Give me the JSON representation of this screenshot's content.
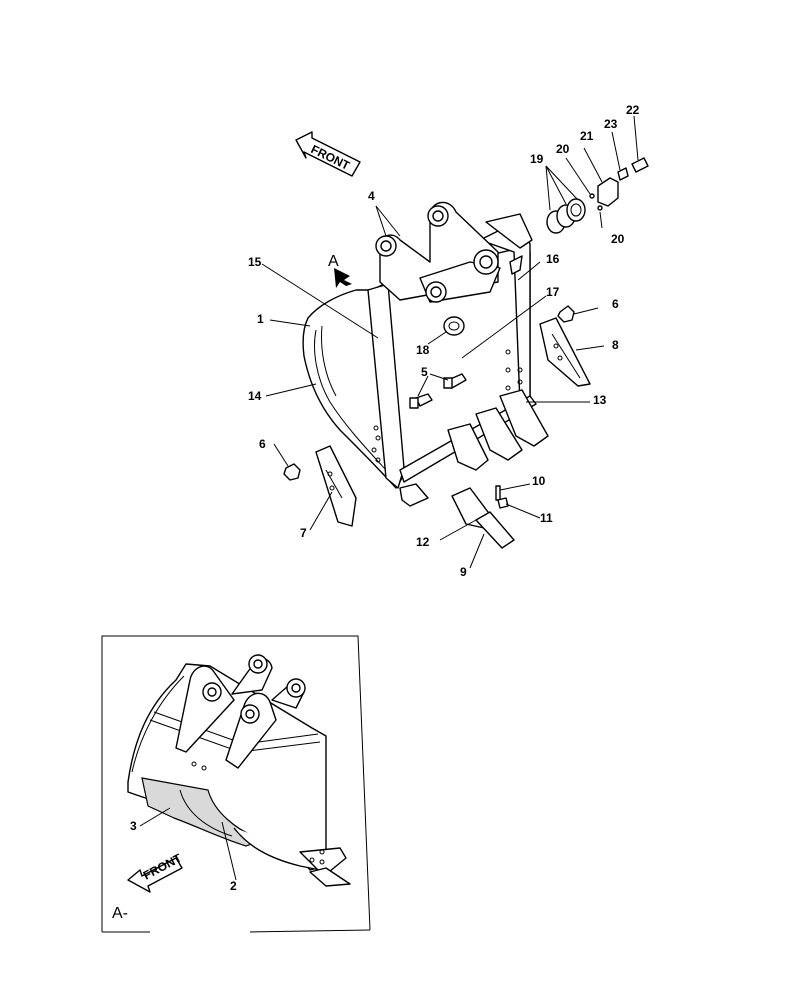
{
  "diagram": {
    "front_arrow_text": "FRONT",
    "view_marker": "A",
    "inset_caption": "A-",
    "callouts": [
      {
        "id": "c1",
        "text": "1"
      },
      {
        "id": "c2",
        "text": "2"
      },
      {
        "id": "c3",
        "text": "3"
      },
      {
        "id": "c4",
        "text": "4"
      },
      {
        "id": "c5",
        "text": "5"
      },
      {
        "id": "c6a",
        "text": "6"
      },
      {
        "id": "c6b",
        "text": "6"
      },
      {
        "id": "c7",
        "text": "7"
      },
      {
        "id": "c8",
        "text": "8"
      },
      {
        "id": "c9",
        "text": "9"
      },
      {
        "id": "c10",
        "text": "10"
      },
      {
        "id": "c11",
        "text": "11"
      },
      {
        "id": "c12",
        "text": "12"
      },
      {
        "id": "c13",
        "text": "13"
      },
      {
        "id": "c14",
        "text": "14"
      },
      {
        "id": "c15",
        "text": "15"
      },
      {
        "id": "c16",
        "text": "16"
      },
      {
        "id": "c17",
        "text": "17"
      },
      {
        "id": "c18",
        "text": "18"
      },
      {
        "id": "c19",
        "text": "19"
      },
      {
        "id": "c20a",
        "text": "20"
      },
      {
        "id": "c20b",
        "text": "20"
      },
      {
        "id": "c21",
        "text": "21"
      },
      {
        "id": "c22",
        "text": "22"
      },
      {
        "id": "c23",
        "text": "23"
      }
    ]
  }
}
